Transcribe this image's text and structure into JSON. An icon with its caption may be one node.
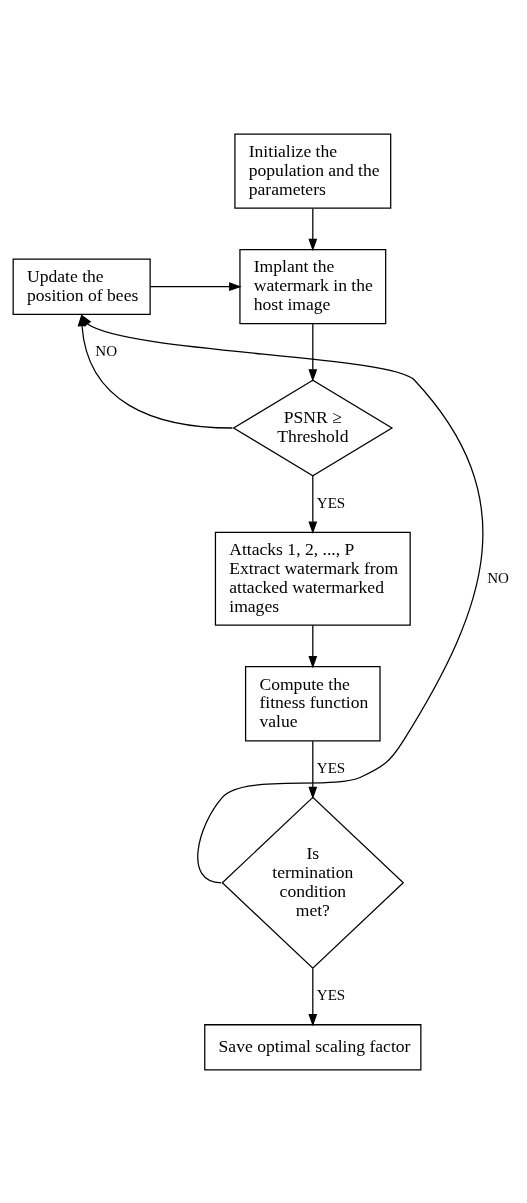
{
  "diagram": {
    "nodes": [
      {
        "text": [
          "Initialize the population and the parameters"
        ]
      },
      {
        "text": [
          "Update the position of bees"
        ]
      },
      {
        "text": [
          "Implant the watermark in the host image"
        ]
      },
      {
        "text": [
          "PSNR ≥ Threshold"
        ]
      },
      {
        "text": [
          "Attacks 1, 2, ..., P",
          "Extract watermark from attacked watermarked images"
        ]
      },
      {
        "text": [
          "Compute the fitness function value"
        ]
      },
      {
        "text": [
          "Is termination condition met?"
        ]
      },
      {
        "text": [
          "Save optimal scaling factor"
        ]
      }
    ],
    "edges": [
      {
        "from": 0,
        "to": 2,
        "arrow": "to"
      },
      {
        "from": 1,
        "to": 2,
        "arrow": "to"
      },
      {
        "from": 2,
        "to": 3,
        "arrow": "to"
      },
      {
        "from": 3,
        "to": 1,
        "arrow": "to",
        "label": "NO"
      },
      {
        "from": 3,
        "to": 4,
        "arrow": "to",
        "label": "YES"
      },
      {
        "from": 4,
        "to": 5,
        "arrow": "to"
      },
      {
        "from": 5,
        "to": 6,
        "arrow": "to",
        "label": "YES"
      },
      {
        "from": 6,
        "to": 1,
        "arrow": "to",
        "label": "NO"
      },
      {
        "from": 6,
        "to": 7,
        "arrow": "to",
        "label": "YES"
      }
    ]
  }
}
